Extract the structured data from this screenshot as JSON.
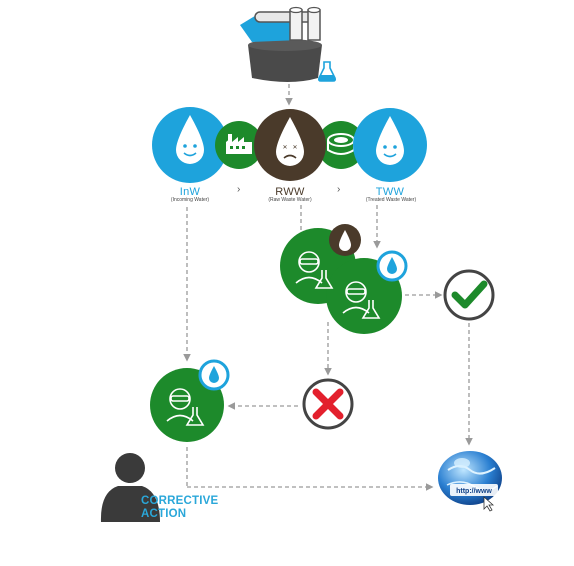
{
  "labels": {
    "inw": "InW",
    "inw_sub": "(Incoming Water)",
    "rww": "RWW",
    "rww_sub": "(Raw Waste Water)",
    "tww": "TWW",
    "tww_sub": "(Treated Waste Water)",
    "chevron": "›",
    "corrective_line1": "CORRECTIVE",
    "corrective_line2": "ACTION",
    "url": "http://www"
  },
  "colors": {
    "water_blue": "#1ea3dc",
    "green": "#1d8a2b",
    "dark_green": "#17621f",
    "brown": "#4a3a2a",
    "red": "#e3202d",
    "arrow_gray": "#9a9a9a"
  },
  "icons": [
    "toilet-paper-reel-icon",
    "lab-flask-icon",
    "water-drop-icon",
    "factory-icon",
    "sad-drop-icon",
    "treatment-tank-icon",
    "lab-scientist-icon",
    "check-icon",
    "cross-icon",
    "person-silhouette-icon",
    "globe-icon"
  ]
}
